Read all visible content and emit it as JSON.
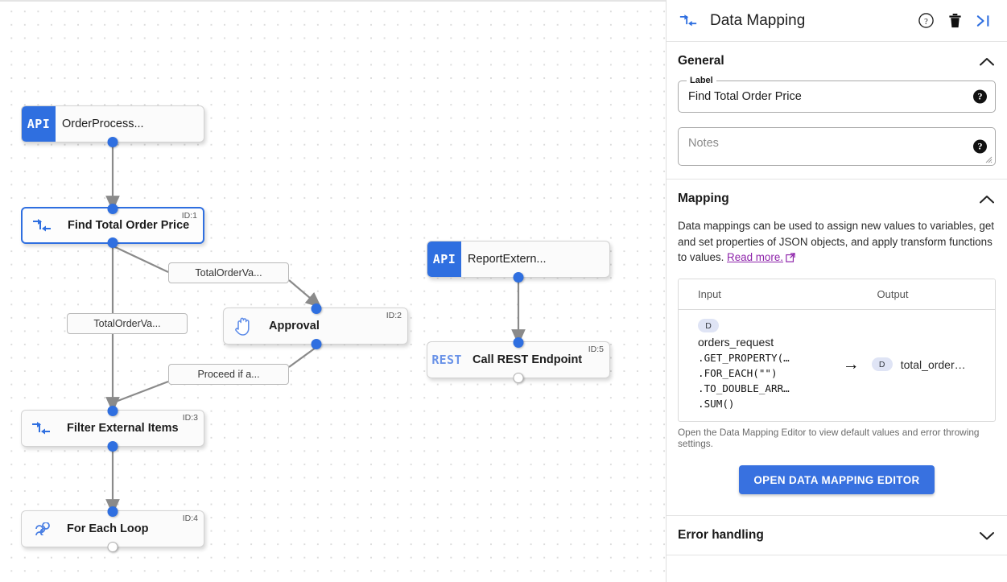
{
  "canvas": {
    "nodes": [
      {
        "id": "n0",
        "kind": "api",
        "badge": "API",
        "title": "OrderProcess...",
        "idlabel": ""
      },
      {
        "id": "n1",
        "kind": "map",
        "badge": "",
        "title": "Find Total Order Price",
        "idlabel": "ID:1"
      },
      {
        "id": "n2",
        "kind": "approval",
        "badge": "",
        "title": "Approval",
        "idlabel": "ID:2"
      },
      {
        "id": "n3",
        "kind": "map",
        "badge": "",
        "title": "Filter External Items",
        "idlabel": "ID:3"
      },
      {
        "id": "n4",
        "kind": "loop",
        "badge": "",
        "title": "For Each Loop",
        "idlabel": "ID:4"
      },
      {
        "id": "n5",
        "kind": "api",
        "badge": "API",
        "title": "ReportExtern...",
        "idlabel": ""
      },
      {
        "id": "n6",
        "kind": "rest",
        "badge": "REST",
        "title": "Call REST Endpoint",
        "idlabel": "ID:5"
      }
    ],
    "edge_labels": [
      {
        "id": "e0",
        "text": "TotalOrderVa..."
      },
      {
        "id": "e1",
        "text": "TotalOrderVa..."
      },
      {
        "id": "e2",
        "text": "Proceed if a..."
      }
    ]
  },
  "panel": {
    "title": "Data Mapping",
    "header_icons": {
      "help": "help-circle-icon",
      "delete": "trash-icon",
      "collapse": "collapse-panel-icon"
    },
    "general": {
      "heading": "General",
      "label_legend": "Label",
      "label_value": "Find Total Order Price",
      "notes_placeholder": "Notes"
    },
    "mapping": {
      "heading": "Mapping",
      "description_part1": "Data mappings can be used to assign new values to variables, get and set properties of JSON objects, and apply transform functions to values. ",
      "read_more": "Read more.",
      "table": {
        "headers": {
          "input": "Input",
          "output": "Output"
        },
        "rows": [
          {
            "input_badge": "D",
            "input_var": "orders_request",
            "input_code": ".GET_PROPERTY(…\n.FOR_EACH(\"\")\n.TO_DOUBLE_ARR…\n.SUM()",
            "arrow": "→",
            "output_badge": "D",
            "output_var": "total_order…"
          }
        ]
      },
      "hint": "Open the Data Mapping Editor to view default values and error throwing settings.",
      "button": "OPEN DATA MAPPING EDITOR"
    },
    "error_handling": {
      "heading": "Error handling"
    }
  },
  "colors": {
    "accent_blue": "#2f6fe0",
    "button_blue": "#3871e0",
    "link_purple": "#8e24aa",
    "badge_lilac": "#dfe4f5"
  }
}
